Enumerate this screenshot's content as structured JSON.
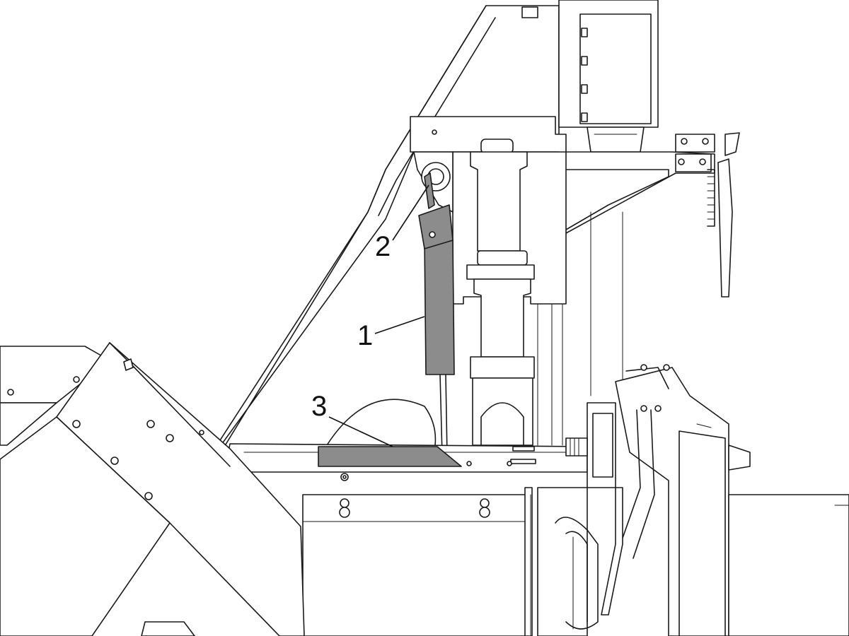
{
  "diagram": {
    "colors": {
      "line": "#1a1a1a",
      "highlight": "#8c8c8c",
      "background": "#ffffff"
    },
    "callouts": [
      {
        "id": "c1",
        "label": "1"
      },
      {
        "id": "c2",
        "label": "2"
      },
      {
        "id": "c3",
        "label": "3"
      }
    ]
  }
}
